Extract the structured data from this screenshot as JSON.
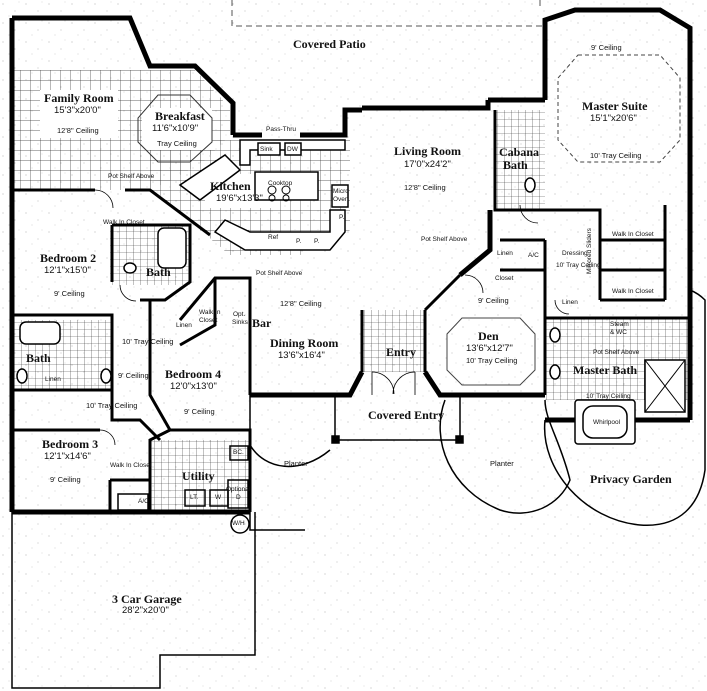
{
  "rooms": {
    "covered_patio": "Covered Patio",
    "family_room": {
      "name": "Family Room",
      "dims": "15'3\"x20'0\"",
      "ceiling": "12'8\" Ceiling"
    },
    "breakfast": {
      "name": "Breakfast",
      "dims": "11'6\"x10'9\"",
      "ceiling": "Tray Ceiling"
    },
    "kitchen": {
      "name": "Kitchen",
      "dims": "19'6\"x13'3\""
    },
    "living_room": {
      "name": "Living Room",
      "dims": "17'0\"x24'2\"",
      "ceiling": "12'8\" Ceiling"
    },
    "master_suite": {
      "name": "Master Suite",
      "dims": "15'1\"x20'6\"",
      "ceiling_top": "9' Ceiling",
      "ceiling": "10' Tray Ceiling"
    },
    "cabana_bath": {
      "line1": "Cabana",
      "line2": "Bath"
    },
    "bedroom2": {
      "name": "Bedroom 2",
      "dims": "12'1\"x15'0\"",
      "ceiling": "9' Ceiling"
    },
    "bath1": "Bath",
    "bath2": "Bath",
    "bedroom4": {
      "name": "Bedroom 4",
      "dims": "12'0\"x13'0\"",
      "ceiling": "9' Ceiling"
    },
    "dining_room": {
      "name": "Dining Room",
      "dims": "13'6\"x16'4\"",
      "ceiling": "12'8\" Ceiling"
    },
    "bar": "Bar",
    "entry": "Entry",
    "covered_entry": "Covered Entry",
    "den": {
      "name": "Den",
      "dims": "13'6\"x12'7\"",
      "ceiling": "10' Tray Ceiling",
      "ceiling_top": "9' Ceiling"
    },
    "master_bath": "Master Bath",
    "bedroom3": {
      "name": "Bedroom 3",
      "dims": "12'1\"x14'6\"",
      "ceiling": "9' Ceiling"
    },
    "utility": "Utility",
    "garage": {
      "name": "3 Car Garage",
      "dims": "28'2\"x20'0\""
    },
    "privacy_garden": "Privacy Garden",
    "planter_left": "Planter",
    "planter_right": "Planter",
    "whirlpool": "Whirlpool",
    "dressing": "Dressing"
  },
  "notes": {
    "pass_thru": "Pass-Thru",
    "sink": "Sink",
    "dw": "DW",
    "cooktop": "Cooktop",
    "micro_oven": {
      "line1": "Micro",
      "line2": "Oven"
    },
    "ref": "Ref",
    "p1": "P.",
    "p2": "P.",
    "p3": "P.",
    "pot_shelf_family": "Pot Shelf Above",
    "pot_shelf_bed4": "Pot Shelf Above",
    "pot_shelf_living": "Pot Shelf Above",
    "pot_shelf_master": "Pot Shelf Above",
    "walk_in_closet_bed2": "Walk In Closet",
    "walk_in_closet_bed3": "Walk In Closet",
    "walk_in_closet_bed4": {
      "line1": "Walk In",
      "line2": "Closet"
    },
    "walk_in_closet_master1": "Walk In Closet",
    "walk_in_closet_master2": "Walk In Closet",
    "linen_bath": "Linen",
    "linen_bed4": "Linen",
    "linen_cabana": "Linen",
    "linen_master": "Linen",
    "closet": "Closet",
    "ac_center": "A/C",
    "ac_utility": "A/C",
    "opt_sinks": {
      "line1": "Opt.",
      "line2": "Sinks"
    },
    "tray_ceiling_bath": "10' Tray Ceiling",
    "ceiling_bath2": "9' Ceiling",
    "tray_ceiling_bed3": "10' Tray Ceiling",
    "tray_ceiling_dressing": "10' Tray Ceiling",
    "tray_ceiling_master_bath": "10' Tray Ceiling",
    "mirrored_sliders": "Mirrored Sliders",
    "bc": "BC.",
    "lt": "LT.",
    "w": "W",
    "optional_d": {
      "line1": "Optional",
      "line2": "D"
    },
    "wh": "W/H",
    "steam_shower": {
      "line1": "Steam",
      "line2": "& WC"
    }
  }
}
